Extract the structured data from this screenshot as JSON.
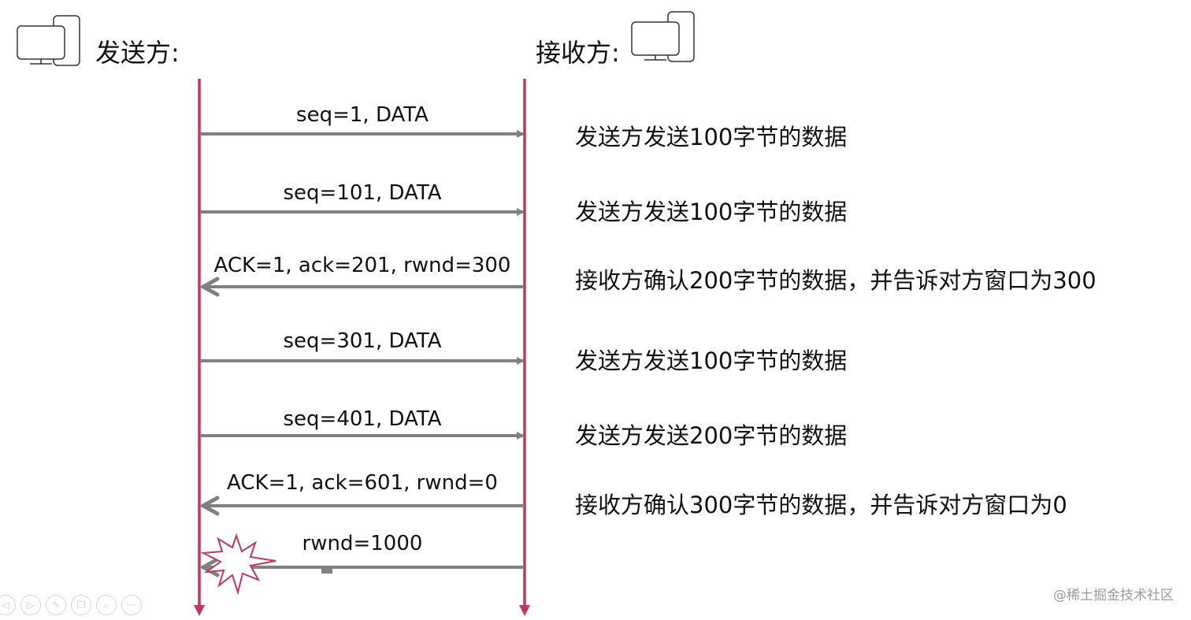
{
  "sender": {
    "label": "发送方:",
    "icon": "computer-icon"
  },
  "receiver": {
    "label": "接收方:",
    "icon": "computer-icon"
  },
  "colors": {
    "lifeline": "#c0395a",
    "arrow": "#808080",
    "burst": "#c0395a"
  },
  "messages": [
    {
      "label": "seq=1, DATA",
      "direction": "right",
      "note": "发送方发送100字节的数据"
    },
    {
      "label": "seq=101, DATA",
      "direction": "right",
      "note": "发送方发送100字节的数据"
    },
    {
      "label": "ACK=1, ack=201, rwnd=300",
      "direction": "left",
      "note": "接收方确认200字节的数据，并告诉对方窗口为300"
    },
    {
      "label": "seq=301, DATA",
      "direction": "right",
      "note": "发送方发送100字节的数据"
    },
    {
      "label": "seq=401, DATA",
      "direction": "right",
      "note": "发送方发送200字节的数据"
    },
    {
      "label": "ACK=1, ack=601, rwnd=0",
      "direction": "left",
      "note": "接收方确认300字节的数据，并告诉对方窗口为0"
    },
    {
      "label": "rwnd=1000",
      "direction": "left",
      "note": "",
      "lost": true
    }
  ],
  "watermark": "@稀土掘金技术社区",
  "toolbar": [
    {
      "name": "prev-icon",
      "glyph": "◁"
    },
    {
      "name": "play-icon",
      "glyph": "▷"
    },
    {
      "name": "pen-icon",
      "glyph": "✎"
    },
    {
      "name": "slides-icon",
      "glyph": "❐"
    },
    {
      "name": "zoom-icon",
      "glyph": "⌕"
    },
    {
      "name": "more-icon",
      "glyph": "···"
    }
  ]
}
